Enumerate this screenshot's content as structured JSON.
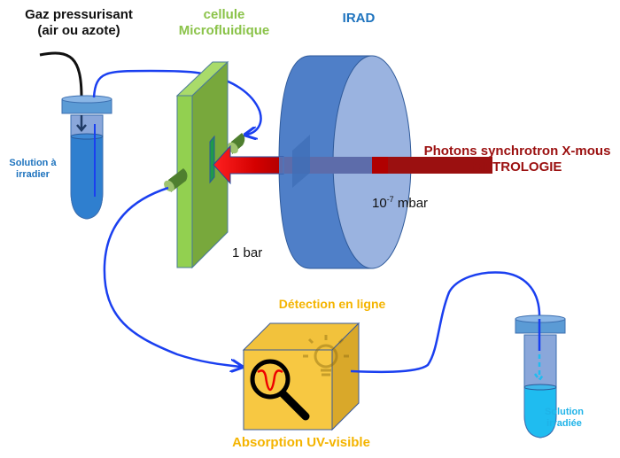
{
  "labels": {
    "gas_line1": "Gaz pressurisant",
    "gas_line2": "(air ou azote)",
    "cell_line1": "cellule",
    "cell_line2": "Microfluidique",
    "irad": "IRAD",
    "photons_line1": "Photons synchrotron X-mous",
    "photons_line2": "MÉTROLOGIE",
    "solution_in_line1": "Solution à",
    "solution_in_line2": "irradier",
    "solution_out_line1": "Solution",
    "solution_out_line2": "irradiée",
    "pressure_cell": "1 bar",
    "pressure_irad_base": "10",
    "pressure_irad_exp": "-7",
    "pressure_irad_unit": " mbar",
    "detection": "Détection en ligne",
    "absorption": "Absorption UV-visible"
  },
  "colors": {
    "tube_line": "#1a3ff0",
    "gas_line": "#111111",
    "cell_front": "#92d050",
    "cell_side": "#78a83c",
    "irad_body": "#4f7fc8",
    "irad_face": "#9ab3e0",
    "beam_dark": "#9b1010",
    "beam_bright": "#ff1a1a",
    "detector": "#f7c842",
    "detector_dark": "#d9a82a",
    "vial_liquid_in": "#2f7fcf",
    "vial_liquid_out": "#1fbcf0",
    "vial_cap": "#5b9bd5"
  }
}
